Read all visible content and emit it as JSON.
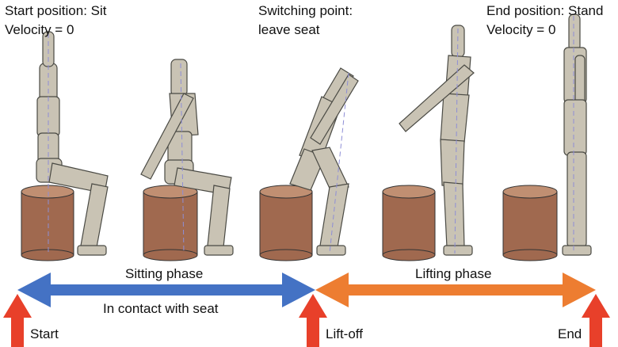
{
  "annotations": {
    "start_line1": "Start position: Sit",
    "start_line2": "Velocity = 0",
    "switch_line1": "Switching point:",
    "switch_line2": "leave seat",
    "end_line1": "End position: Stand",
    "end_line2": "Velocity = 0"
  },
  "phases": {
    "sitting": {
      "label": "Sitting phase",
      "sublabel": "In contact with seat",
      "color": "#4472c4"
    },
    "lifting": {
      "label": "Lifting phase",
      "color": "#ed7d31"
    }
  },
  "events": {
    "start": "Start",
    "liftoff": "Lift-off",
    "end": "End",
    "color": "#e8402a"
  },
  "colors": {
    "seat": "#a0694f",
    "seat_top": "#c08f72",
    "body": "#c9c3b4",
    "body_edge": "#4a4a44"
  }
}
